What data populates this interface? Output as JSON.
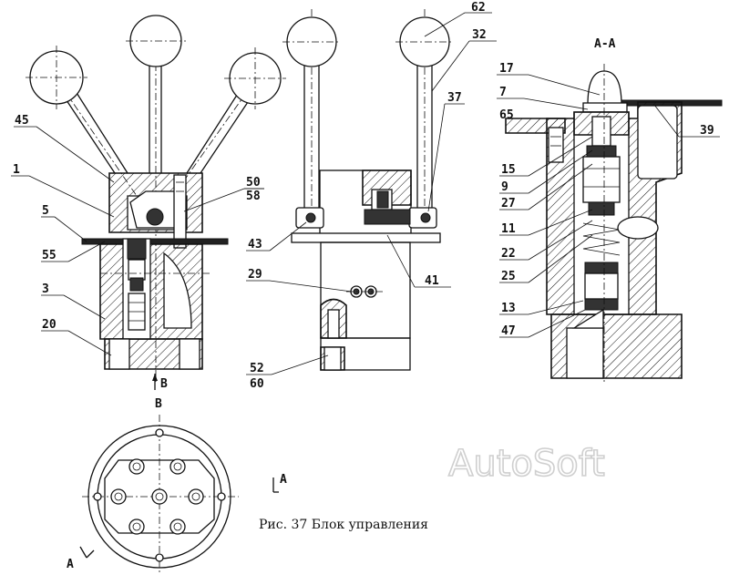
{
  "labels": {
    "l45": "45",
    "l1": "1",
    "l5": "5",
    "l55": "55",
    "l3": "3",
    "l20": "20",
    "l50": "50",
    "l58": "58",
    "l62": "62",
    "l32": "32",
    "l37": "37",
    "l43": "43",
    "l29": "29",
    "l41": "41",
    "l52": "52",
    "l60": "60",
    "l17": "17",
    "l7": "7",
    "l65": "65",
    "l39": "39",
    "l15": "15",
    "l9": "9",
    "l27": "27",
    "l11": "11",
    "l22": "22",
    "l25": "25",
    "l13": "13",
    "l47": "47"
  },
  "sections": {
    "aa_title": "А-А",
    "b_mark_top": "В",
    "b_mark_view": "В",
    "a_mark_right": "А",
    "a_mark_left": "А"
  },
  "caption": "Рис. 37 Блок управления",
  "watermark": "AutoSoft"
}
